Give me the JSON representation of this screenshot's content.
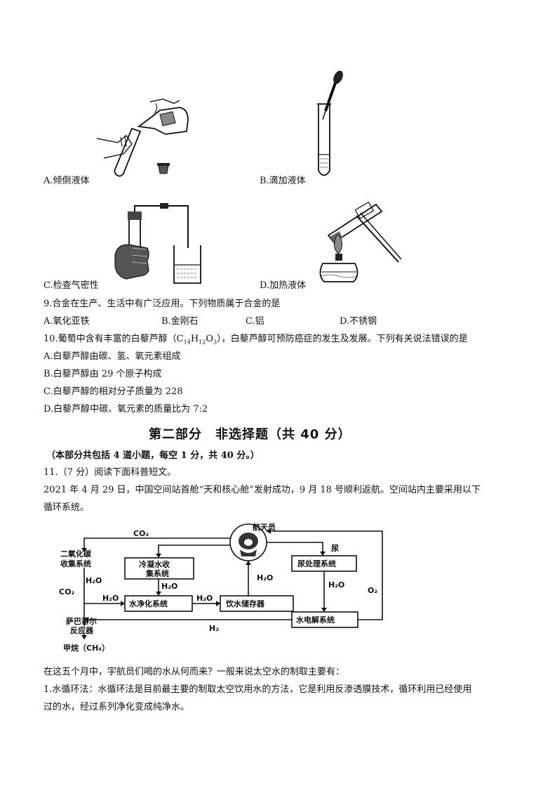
{
  "q8": {
    "option_a": "A.倾倒液体",
    "option_b": "B.滴加液体",
    "option_c": "C.检查气密性",
    "option_d": "D.加热液体"
  },
  "q9": {
    "stem": "9.合金在生产、生活中有广泛应用。下列物质属于合金的是",
    "a": "A.氧化亚铁",
    "b": "B.金刚石",
    "c": "C.铝",
    "d": "D.不锈钢"
  },
  "q10": {
    "stem_pre": "10.葡萄中含有丰富的白藜芦醇（C",
    "sub1": "14",
    "h": "H",
    "sub2": "12",
    "o": "O",
    "sub3": "3",
    "stem_post": "），白藜芦醇可预防癌症的发生及发展。下列有关说法错误的是",
    "a": "A.白藜芦醇由碳、氢、氧元素组成",
    "b": "B.白藜芦醇由 29 个原子构成",
    "c": "C.白藜芦醇的相对分子质量为 228",
    "d": "D.白藜芦醇中碳、氧元素的质量比为 7:2"
  },
  "section": {
    "title": "第二部分　非选择题（共 40 分）",
    "note": "（本部分共包括 4 道小题，每空 1 分，共 40 分。）"
  },
  "q11": {
    "stem": "11.（7 分）阅读下面科普短文。",
    "para1_line1": "2021 年 4 月 29 日，中国空间站首舱“天和核心舱”发射成功，9 月 18 号顺利返航。空间站内主要采用以下",
    "para1_line2": "循环系统。",
    "para2": "在这五个月中，宇航员们喝的水从何而来？一般来说太空水的制取主要有：",
    "para3_line1": "1.水循环法：水循环法是目前最主要的制取太空饮用水的方法，它是利用反渗透膜技术，循环利用已经使用",
    "para3_line2": "过的水，经过系列净化变成纯净水。"
  },
  "diagram": {
    "astronaut": "航天员",
    "co2_top": "CO₂",
    "urine": "尿",
    "co2_collect_1": "二氧化碳",
    "co2_collect_2": "收集系统",
    "condense_1": "冷凝水收",
    "condense_2": "集系统",
    "urine_proc": "尿处理系统",
    "water_purify": "水净化系统",
    "drink_store": "饮水储存器",
    "electrolysis": "水电解系统",
    "sabatier_1": "萨巴蒂尔",
    "sabatier_2": "反应器",
    "methane": "甲烷（CH₄）",
    "h2o": "H₂O",
    "co2": "CO₂",
    "o2": "O₂",
    "h2": "H₂"
  }
}
